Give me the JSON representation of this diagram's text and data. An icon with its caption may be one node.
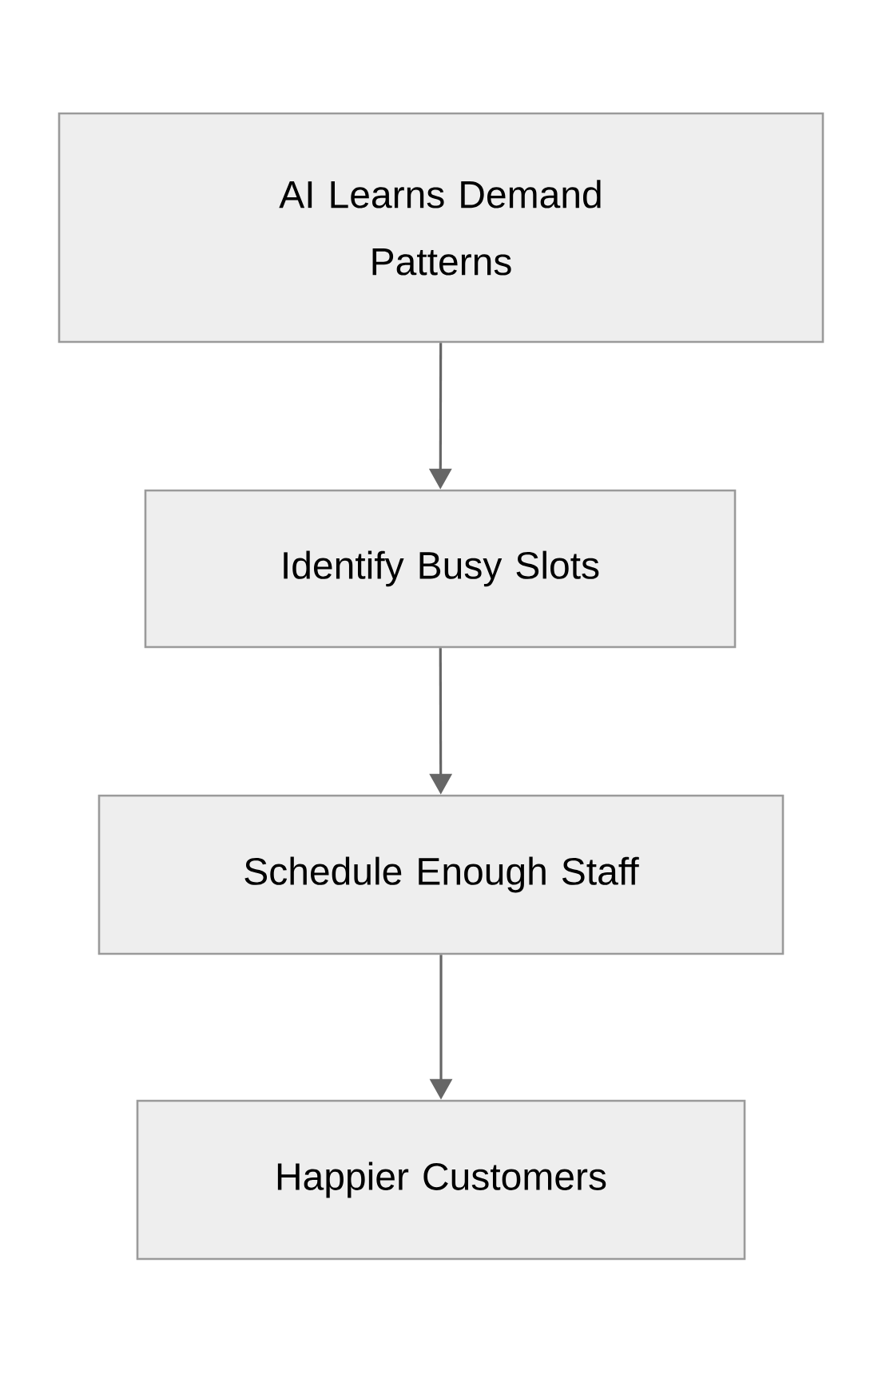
{
  "diagram": {
    "nodes": [
      {
        "text": [
          "AI Learns Demand Patterns"
        ]
      },
      {
        "text": [
          "Identify Busy Slots"
        ]
      },
      {
        "text": [
          "Schedule Enough Staff"
        ]
      },
      {
        "text": [
          "Happier Customers"
        ]
      }
    ],
    "edges": [
      {
        "from": 0,
        "to": 1,
        "arrow": "to"
      },
      {
        "from": 1,
        "to": 2,
        "arrow": "to"
      },
      {
        "from": 2,
        "to": 3,
        "arrow": "to"
      }
    ]
  }
}
